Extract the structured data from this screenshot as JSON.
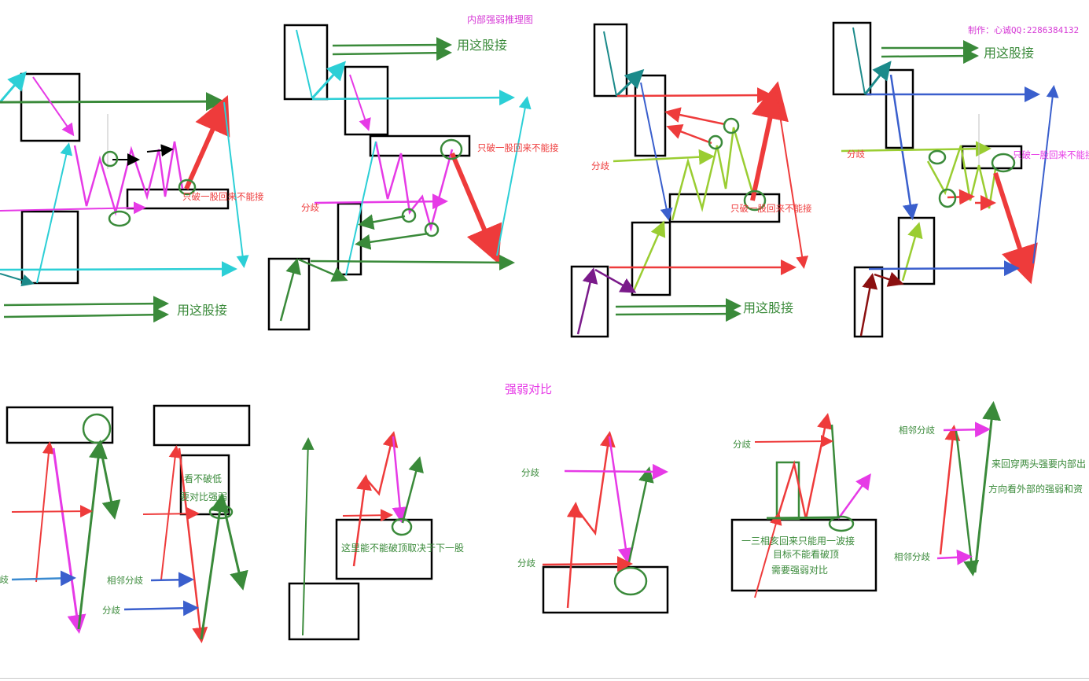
{
  "title": "内部强弱推理图",
  "credit": "制作：心诚QQ:2286384132",
  "section_title": "强弱对比",
  "labels": {
    "use_this": "用这股接",
    "only_break": "只破一股回来不能接",
    "divergence": "分歧",
    "adjacent_divergence": "相邻分歧",
    "cant_see_low": "看不破低",
    "need_compare": "要对比强弱",
    "top_decide": "这里能不能破顶取决于下一股",
    "one_three": "一三相亥回来只能用一波接",
    "target_no_top": "目标不能看破顶",
    "need_strength": "需要强弱对比",
    "back_forth": "来回穿两头强要内部出",
    "direction": "方向看外部的强弱和资"
  },
  "colors": {
    "green": "#3a8a3a",
    "red": "#ee3b3b",
    "magenta": "#e63ae6",
    "cyan": "#2ccfd6",
    "blue": "#3a5fcd",
    "lime": "#9acd32",
    "teal": "#1b8a8a",
    "purple": "#7a1a8a",
    "darkred": "#8b1010",
    "pink_text": "#d63ad6",
    "box": "#000000"
  }
}
